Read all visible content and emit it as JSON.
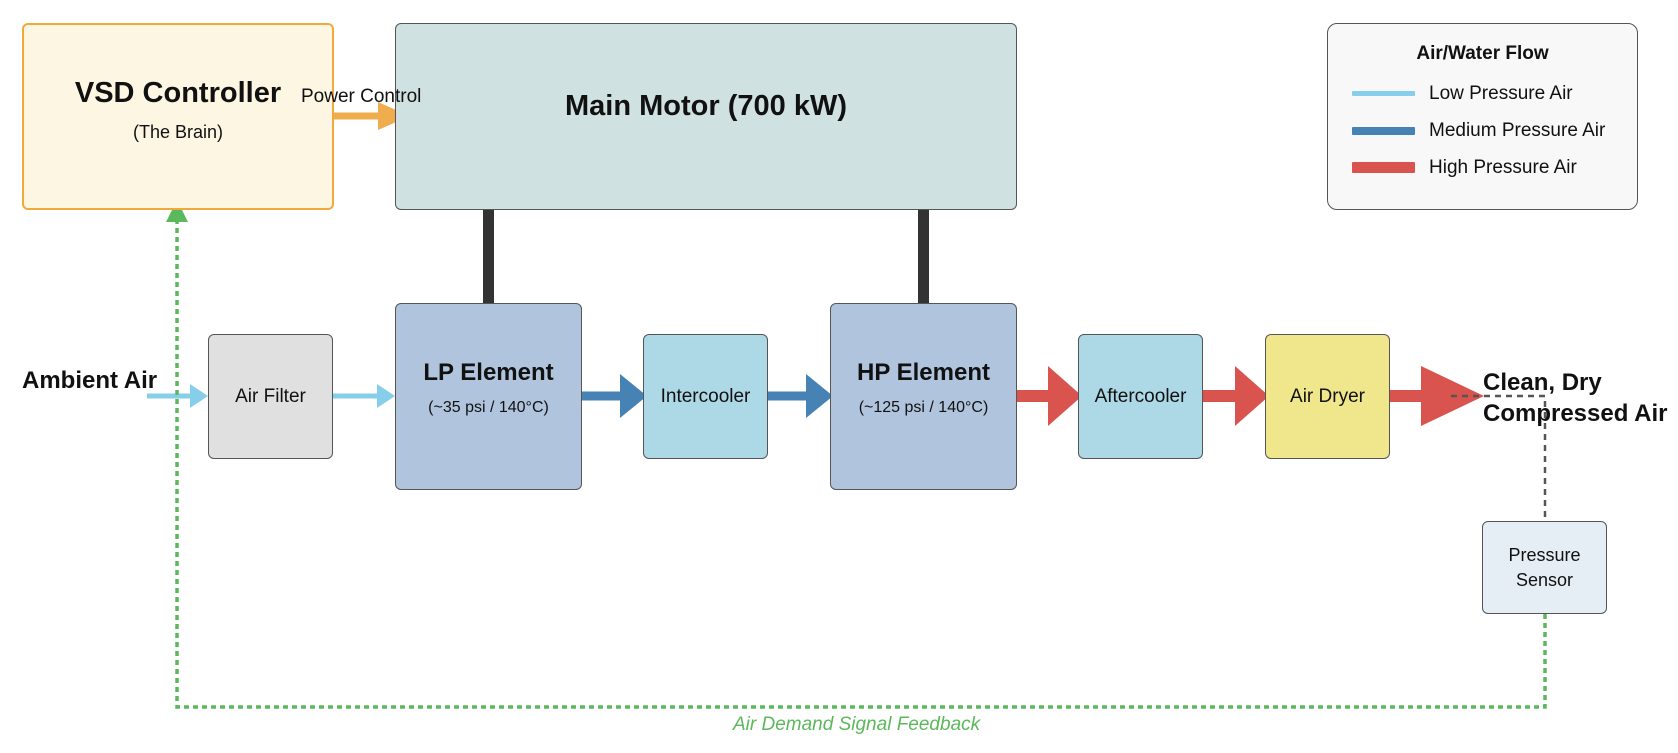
{
  "colors": {
    "low_pressure": "#87ceeb",
    "medium_pressure": "#4682b4",
    "high_pressure": "#d9534f",
    "power_control": "#f0ad4e",
    "feedback": "#5cb85c",
    "shaft": "#333333"
  },
  "vsd": {
    "title": "VSD Controller",
    "subtitle": "(The Brain)"
  },
  "motor": {
    "title": "Main Motor (700 kW)"
  },
  "labels": {
    "power_control": "Power Control",
    "ambient_air": "Ambient Air",
    "output_line1": "Clean, Dry",
    "output_line2": "Compressed Air",
    "feedback": "Air Demand Signal Feedback"
  },
  "components": {
    "air_filter": "Air Filter",
    "lp_title": "LP Element",
    "lp_spec": "(~35 psi / 140°C)",
    "intercooler": "Intercooler",
    "hp_title": "HP Element",
    "hp_spec": "(~125 psi / 140°C)",
    "aftercooler": "Aftercooler",
    "air_dryer": "Air Dryer",
    "sensor_line1": "Pressure",
    "sensor_line2": "Sensor"
  },
  "legend": {
    "title": "Air/Water Flow",
    "items": [
      {
        "label": "Low Pressure Air",
        "color": "#87ceeb"
      },
      {
        "label": "Medium Pressure Air",
        "color": "#4682b4"
      },
      {
        "label": "High Pressure Air",
        "color": "#d9534f"
      }
    ]
  }
}
